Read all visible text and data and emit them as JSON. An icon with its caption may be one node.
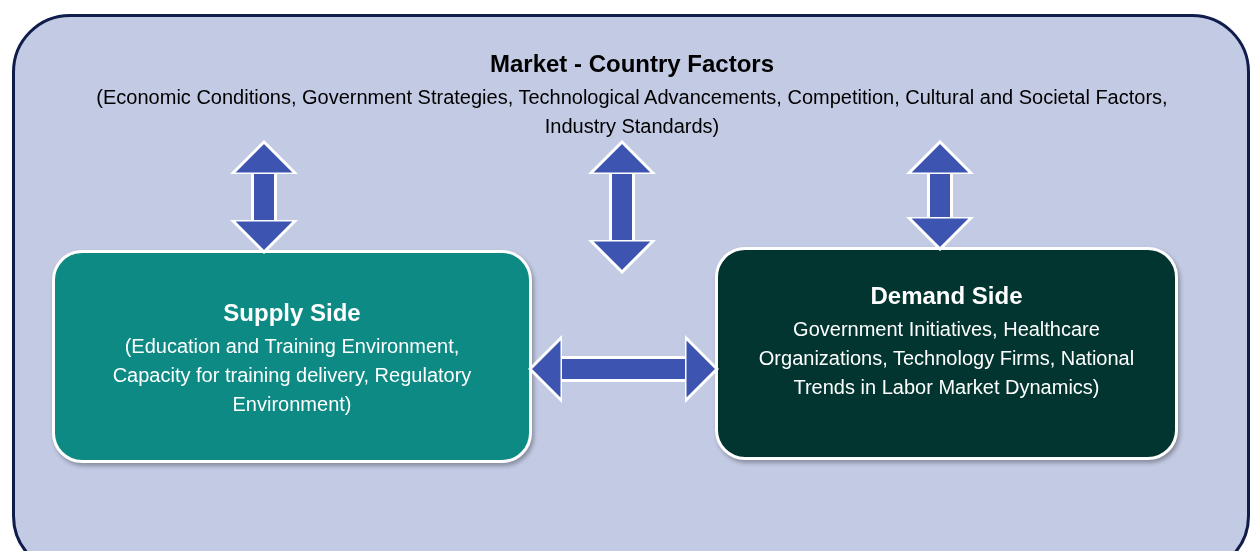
{
  "diagram": {
    "nodes": [
      {
        "text": [],
        "shape": "box"
      },
      {
        "text": [
          "Market - Country Factors",
          "(Economic Conditions, Government Strategies, Technological Advancements, Competition, Cultural and Societal Factors, Industry Standards)"
        ],
        "in": 0
      },
      {
        "text": [
          "Supply Side",
          "(Education and Training Environment, Capacity for training delivery, Regulatory Environment)"
        ],
        "in": 0
      },
      {
        "text": [
          "Demand Side",
          "Government Initiatives, Healthcare Organizations, Technology Firms, National Trends in Labor Market Dynamics)"
        ],
        "in": 0
      }
    ],
    "edges": [
      {
        "from": 1,
        "to": 2,
        "arrow": "both"
      },
      {
        "from": 1,
        "to": null,
        "arrow": "both"
      },
      {
        "from": 1,
        "to": 3,
        "arrow": "both"
      },
      {
        "from": 2,
        "to": 3,
        "arrow": "both"
      }
    ]
  }
}
